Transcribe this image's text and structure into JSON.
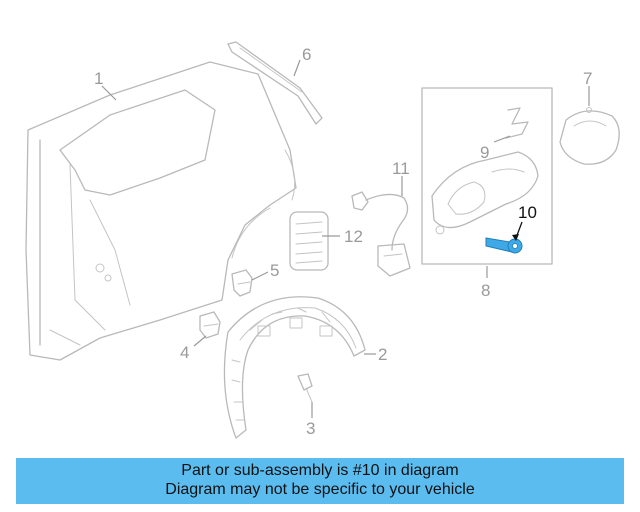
{
  "callouts": {
    "c1": "1",
    "c2": "2",
    "c3": "3",
    "c4": "4",
    "c5": "5",
    "c6": "6",
    "c7": "7",
    "c8": "8",
    "c9": "9",
    "c10": "10",
    "c11": "11",
    "c12": "12"
  },
  "highlight": {
    "part_number": "10",
    "color": "#3fa9e8"
  },
  "banner": {
    "line1": "Part or sub-assembly is #10 in diagram",
    "line2": "Diagram may not be specific to your vehicle",
    "background": "#5bbcf0"
  }
}
